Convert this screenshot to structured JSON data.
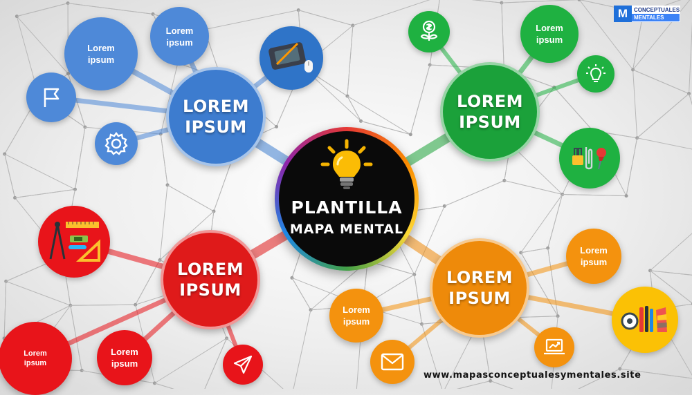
{
  "center": {
    "line1": "PLANTILLA",
    "line2": "MAPA MENTAL",
    "icon": "lightbulb-icon"
  },
  "hubs": {
    "blue": {
      "label": "LOREM\nIPSUM",
      "color": "#3f7fd0"
    },
    "green": {
      "label": "LOREM\nIPSUM",
      "color": "#1ea33a"
    },
    "red": {
      "label": "LOREM\nIPSUM",
      "color": "#e01a1a"
    },
    "orange": {
      "label": "LOREM\nIPSUM",
      "color": "#ef8a0a"
    }
  },
  "nodes": {
    "blue_1": "Lorem\nipsum",
    "blue_2": "Lorem\nipsum",
    "green_1": "Lorem\nipsum",
    "red_1": "Lorem\nipsum",
    "red_2": "Lorem\nipsum",
    "orange_1": "Lorem\nipsum",
    "orange_2": "Lorem\nipsum"
  },
  "icons": {
    "blue": [
      "graphics-tablet-icon",
      "flag-icon",
      "gear-icon"
    ],
    "green": [
      "money-plant-icon",
      "lightbulb-icon",
      "clips-pin-icon"
    ],
    "red": [
      "drafting-tools-icon",
      "paper-plane-icon"
    ],
    "orange": [
      "envelope-icon",
      "laptop-chart-icon",
      "art-supplies-icon"
    ]
  },
  "logo": {
    "mark": "M",
    "line1": "CONCEPTUALES",
    "line2": "MENTALES"
  },
  "website": "www.mapasconceptualesymentales.site"
}
